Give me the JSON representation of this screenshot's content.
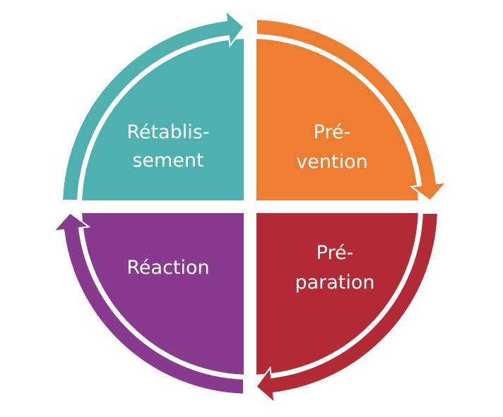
{
  "diagram": {
    "type": "cycle",
    "direction": "clockwise",
    "segments": [
      {
        "id": "retablissement",
        "lines": [
          "Rétablis-",
          "sement"
        ],
        "color": "#4fb0b0",
        "position": "top-left"
      },
      {
        "id": "prevention",
        "lines": [
          "Pré-",
          "vention"
        ],
        "color": "#ed7d31",
        "position": "top-right"
      },
      {
        "id": "preparation",
        "lines": [
          "Pré-",
          "paration"
        ],
        "color": "#b22a35",
        "position": "bottom-right"
      },
      {
        "id": "reaction",
        "lines": [
          "Réaction"
        ],
        "color": "#883a8e",
        "position": "bottom-left"
      }
    ]
  }
}
